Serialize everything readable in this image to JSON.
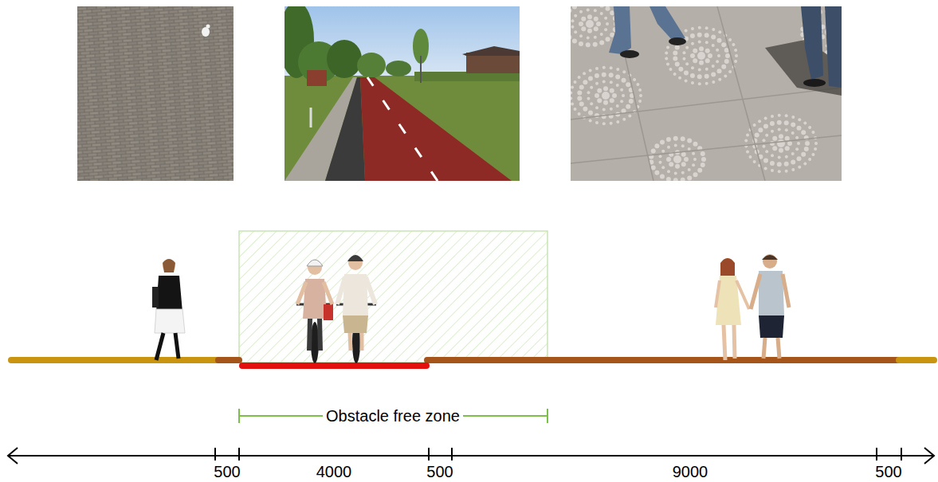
{
  "diagram": {
    "labels": [
      "Obstacle free zone",
      "500",
      "4000",
      "500",
      "9000",
      "500"
    ]
  }
}
